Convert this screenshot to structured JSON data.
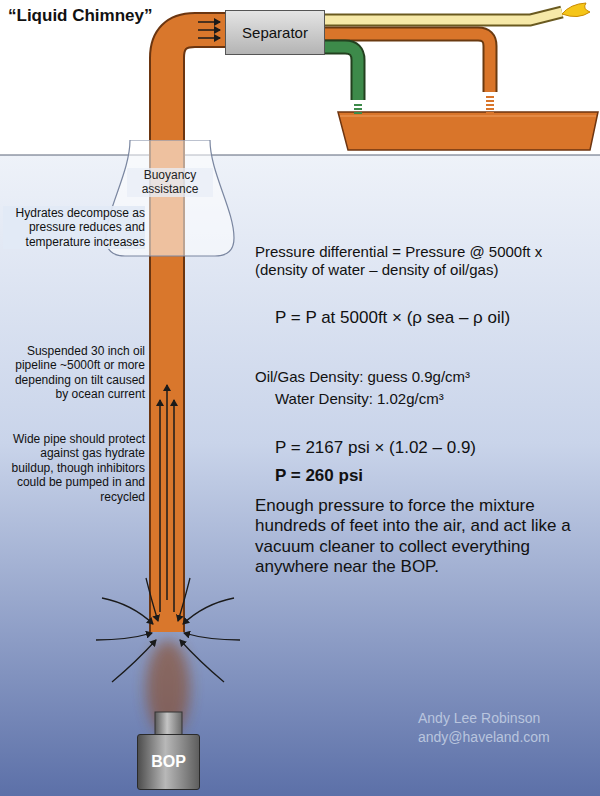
{
  "diagram": {
    "title": "“Liquid Chimney”",
    "nodes": [
      {
        "text": [
          "Separator"
        ]
      },
      {
        "text": [
          "Buoyancy assistance"
        ]
      },
      {
        "text": [
          "BOP"
        ]
      }
    ],
    "labels": [
      "Hydrates decompose as pressure reduces and temperature increases",
      "Suspended 30 inch oil pipeline ~5000ft or more depending on tilt caused by ocean current",
      "Wide pipe should protect against gas hydrate buildup, though inhibitors could be pumped in and recycled",
      "Pressure differential = Pressure @ 5000ft x (density of water – density of oil/gas)",
      "P = P at 5000ft × (ρ sea – ρ oil)",
      "Oil/Gas Density: guess 0.9g/cm³",
      "Water Density: 1.02g/cm³",
      "P = 2167 psi × (1.02 – 0.9)",
      "P = 260 psi",
      "Enough pressure to force the mixture hundreds of feet into the air, and act like a vacuum cleaner to collect everything anywhere near the BOP.",
      "Andy Lee Robinson",
      "andy@haveland.com"
    ]
  }
}
